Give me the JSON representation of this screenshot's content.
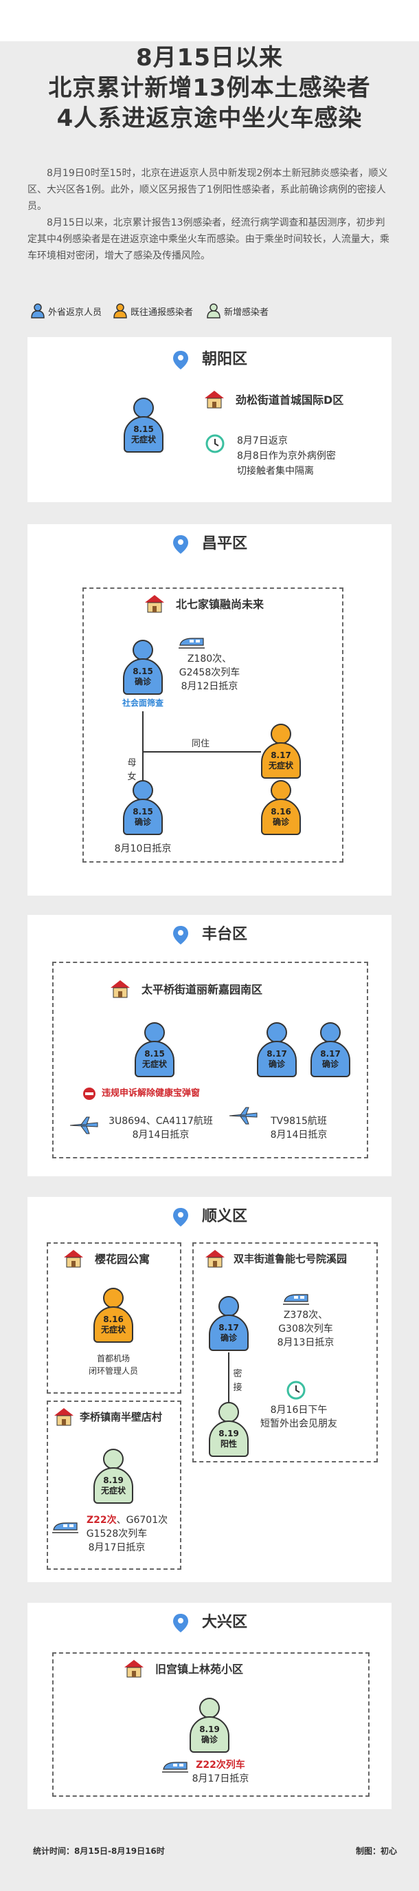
{
  "title": {
    "line1": "8月15日以来",
    "line2": "北京累计新增13例本土感染者",
    "line3": "4人系进返京途中坐火车感染"
  },
  "intro": {
    "p1": "8月19日0时至15时，北京在进返京人员中新发现2例本土新冠肺炎感染者，顺义区、大兴区各1例。此外，顺义区另报告了1例阳性感染者，系此前确诊病例的密接人员。",
    "p2": "8月15日以来，北京累计报告13例感染者，经流行病学调查和基因测序，初步判定其中4例感染者是在进返京途中乘坐火车而感染。由于乘坐时间较长，人流量大，乘车环境相对密闭，增大了感染及传播风险。"
  },
  "legend": {
    "items": [
      {
        "label": "外省返京人员",
        "color": "#5b9ee6"
      },
      {
        "label": "既往通报感染者",
        "color": "#f5a623"
      },
      {
        "label": "新增感染者",
        "color": "#cfe8c9"
      }
    ]
  },
  "colors": {
    "blue": "#5b9ee6",
    "orange": "#f5a623",
    "green": "#cfe8c9",
    "red": "#d0272d",
    "link": "#2f86d8"
  },
  "icons": {
    "pin": "map-pin-icon",
    "house": "house-icon",
    "clock": "clock-icon",
    "train": "train-icon",
    "plane": "plane-icon",
    "ban": "no-entry-icon"
  },
  "chaoyang": {
    "title": "朝阳区",
    "place": "劲松街道首城国际D区",
    "p1": {
      "date": "8.15",
      "status": "无症状"
    },
    "note1": "8月7日返京",
    "note2": "8月8日作为京外病例密",
    "note3": "切接触者集中隔离"
  },
  "changping": {
    "title": "昌平区",
    "place": "北七家镇融尚未来",
    "p1": {
      "date": "8.15",
      "status": "确诊"
    },
    "p1_tag": "社会面筛查",
    "train1": "Z180次、",
    "train2": "G2458次列车",
    "train3": "8月12日抵京",
    "p2": {
      "date": "8.17",
      "status": "无症状"
    },
    "tongzhu": "同住",
    "mu": "母",
    "nv": "女",
    "p3": {
      "date": "8.15",
      "status": "确诊"
    },
    "p4": {
      "date": "8.16",
      "status": "确诊"
    },
    "arrive": "8月10日抵京"
  },
  "fengtai": {
    "title": "丰台区",
    "place": "太平桥街道丽新嘉园南区",
    "p1": {
      "date": "8.15",
      "status": "无症状"
    },
    "p2": {
      "date": "8.17",
      "status": "确诊"
    },
    "p3": {
      "date": "8.17",
      "status": "确诊"
    },
    "warn": "违规申诉解除健康宝弹窗",
    "flight1a": "3U8694、CA4117航班",
    "flight1b": "8月14日抵京",
    "flight2a": "TV9815航班",
    "flight2b": "8月14日抵京"
  },
  "shunyi": {
    "title": "顺义区",
    "place1": "樱花园公寓",
    "p1": {
      "date": "8.16",
      "status": "无症状"
    },
    "p1_note1": "首都机场",
    "p1_note2": "闭环管理人员",
    "place2": "双丰街道鲁能七号院溪园",
    "p2": {
      "date": "8.17",
      "status": "确诊"
    },
    "train2a": "Z378次、",
    "train2b": "G308次列车",
    "train2c": "8月13日抵京",
    "mijie1": "密",
    "mijie2": "接",
    "p3": {
      "date": "8.19",
      "status": "阳性"
    },
    "note3a": "8月16日下午",
    "note3b": "短暂外出会见朋友",
    "place3": "李桥镇南半壁店村",
    "p4": {
      "date": "8.19",
      "status": "无症状"
    },
    "train4red": "Z22次",
    "train4a": "、G6701次",
    "train4b": "G1528次列车",
    "train4c": "8月17日抵京"
  },
  "daxing": {
    "title": "大兴区",
    "place": "旧宫镇上林苑小区",
    "p1": {
      "date": "8.19",
      "status": "确诊"
    },
    "train_red": "Z22次列车",
    "arrive": "8月17日抵京"
  },
  "footer": {
    "left": "统计时间：8月15日-8月19日16时",
    "right": "制图：初心"
  }
}
